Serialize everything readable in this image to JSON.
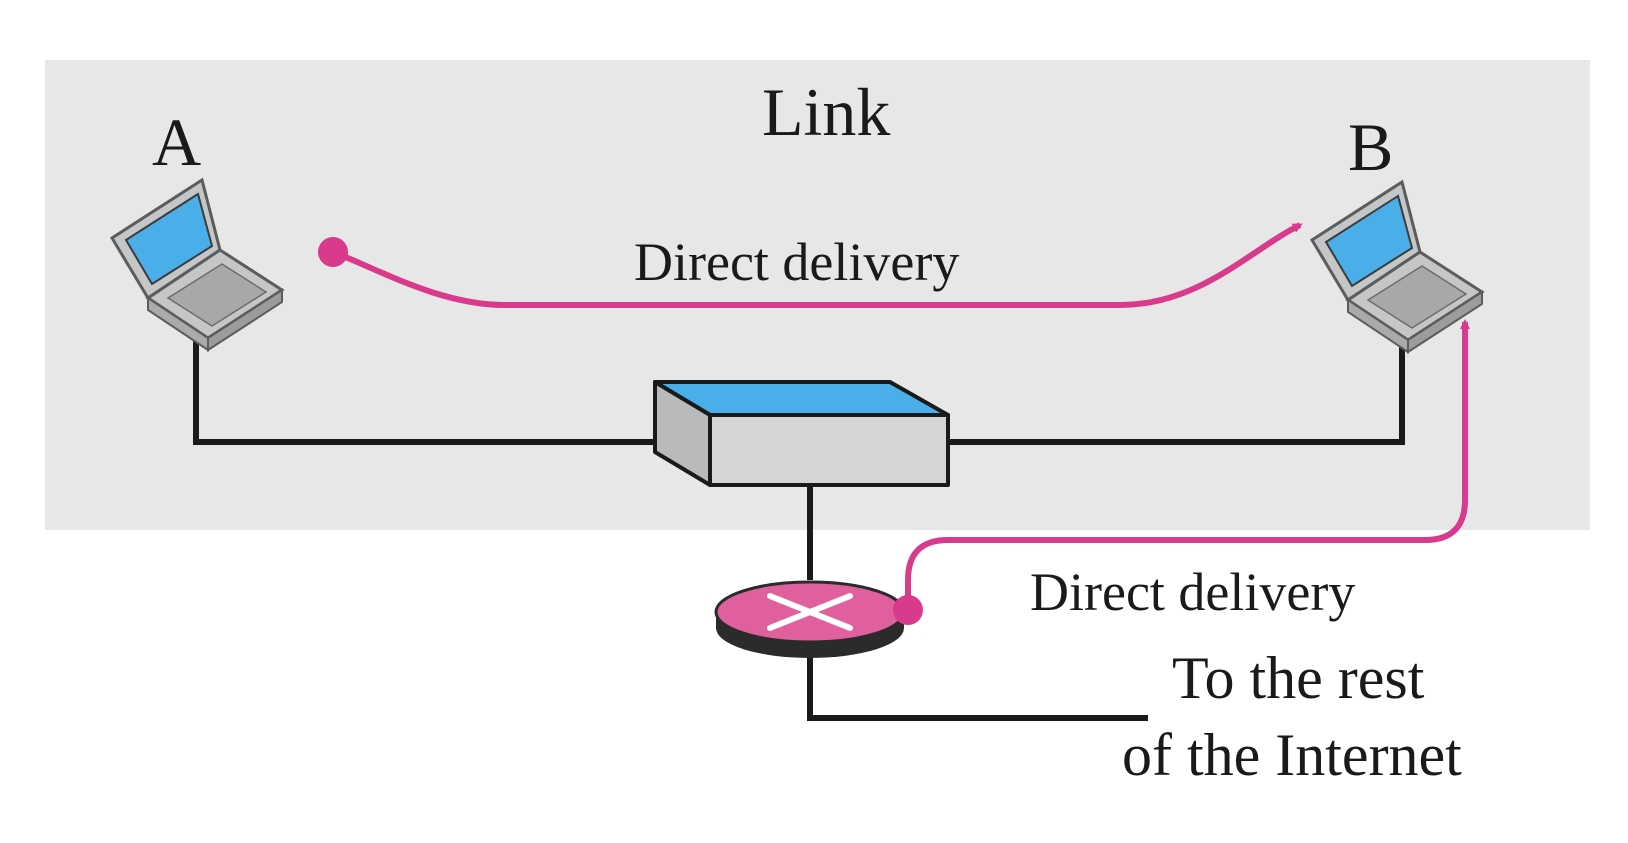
{
  "link_label": "Link",
  "host_a_label": "A",
  "host_b_label": "B",
  "delivery_top_label": "Direct delivery",
  "delivery_bottom_label": "Direct delivery",
  "internet_label_line1": "To the rest",
  "internet_label_line2": "of the Internet",
  "colors": {
    "link_area": "#e7e7e7",
    "arrow": "#d83a8c",
    "switch_top": "#4aaee8",
    "switch_body": "#d3d5d7",
    "router_top": "#e0609e",
    "wire": "#1a1a1a",
    "laptop_screen": "#4aaee8",
    "laptop_body": "#c4c6c8"
  },
  "icons": [
    "laptop-icon",
    "switch-icon",
    "router-icon"
  ]
}
